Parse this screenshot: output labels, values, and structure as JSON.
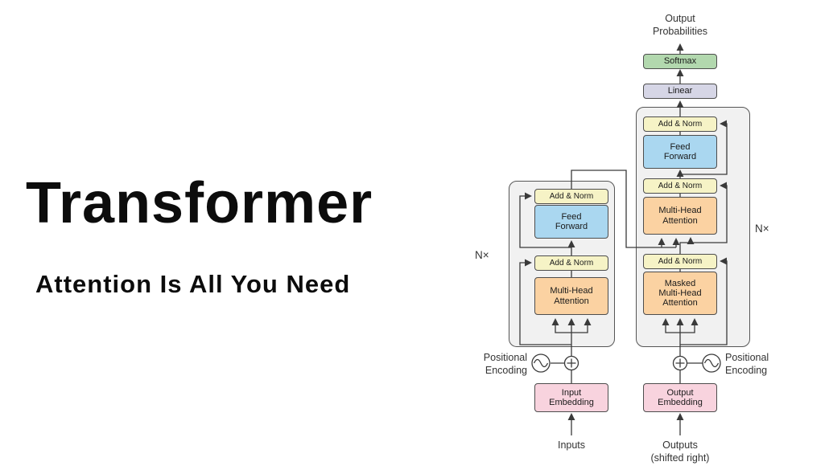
{
  "hero": {
    "title": "Transformer",
    "subtitle": "Attention Is All You Need"
  },
  "diagram": {
    "output_probabilities": "Output\nProbabilities",
    "softmax": "Softmax",
    "linear": "Linear",
    "encoder": {
      "n_label": "N×",
      "add_norm_top": "Add & Norm",
      "feed_forward": "Feed\nForward",
      "add_norm_bottom": "Add & Norm",
      "multi_head_attention": "Multi-Head\nAttention",
      "positional_encoding": "Positional\nEncoding",
      "input_embedding": "Input\nEmbedding",
      "inputs": "Inputs"
    },
    "decoder": {
      "n_label": "N×",
      "add_norm_top": "Add & Norm",
      "feed_forward": "Feed\nForward",
      "add_norm_middle": "Add & Norm",
      "multi_head_attention": "Multi-Head\nAttention",
      "add_norm_bottom": "Add & Norm",
      "masked_multi_head_attention": "Masked\nMulti-Head\nAttention",
      "positional_encoding": "Positional\nEncoding",
      "output_embedding": "Output\nEmbedding",
      "outputs": "Outputs\n(shifted right)"
    },
    "colors": {
      "embedding": "#f8d3de",
      "attention": "#fbd2a2",
      "add_norm": "#f6f3c6",
      "feed_forward": "#aad7f0",
      "linear": "#d6d6e6",
      "softmax": "#b2d8ae",
      "block_background": "#f1f1f1",
      "wire": "#3a3a3a"
    }
  }
}
